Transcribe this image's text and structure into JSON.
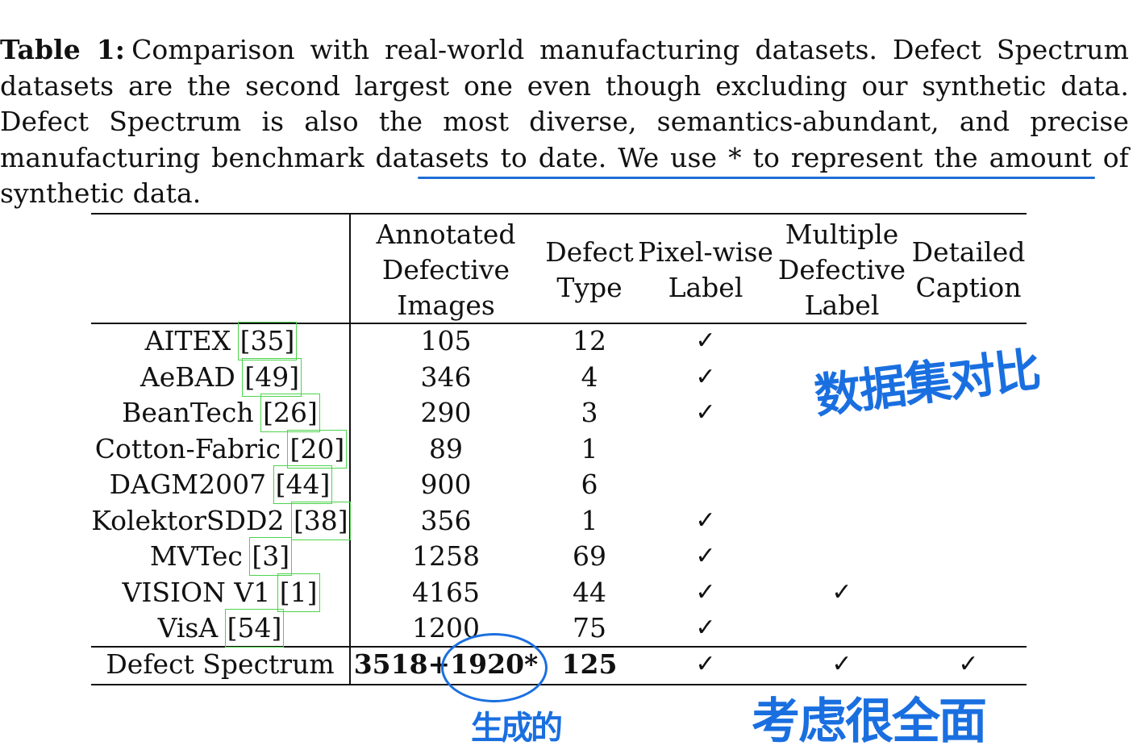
{
  "caption": {
    "label": "Table 1:",
    "text": "Comparison with real-world manufacturing datasets. Defect Spectrum datasets are the second largest one even though excluding our synthetic data. Defect Spectrum is also the most diverse, semantics-abundant, and precise manufacturing benchmark datasets to date. We use * to represent the amount of synthetic data."
  },
  "table": {
    "headers": {
      "annotated": [
        "Annotated",
        "Defective",
        "Images"
      ],
      "defect_type": [
        "Defect",
        "Type"
      ],
      "pixel_wise": [
        "Pixel-wise",
        "Label"
      ],
      "multiple": [
        "Multiple",
        "Defective",
        "Label"
      ],
      "caption": [
        "Detailed",
        "Caption"
      ]
    },
    "check_symbol": "✓",
    "rows": [
      {
        "name": "AITEX",
        "ref": "[35]",
        "annotated": "105",
        "type": "12",
        "pixel": true,
        "multiple": false,
        "caption": false
      },
      {
        "name": "AeBAD",
        "ref": "[49]",
        "annotated": "346",
        "type": "4",
        "pixel": true,
        "multiple": false,
        "caption": false
      },
      {
        "name": "BeanTech",
        "ref": "[26]",
        "annotated": "290",
        "type": "3",
        "pixel": true,
        "multiple": false,
        "caption": false
      },
      {
        "name": "Cotton-Fabric",
        "ref": "[20]",
        "annotated": "89",
        "type": "1",
        "pixel": false,
        "multiple": false,
        "caption": false
      },
      {
        "name": "DAGM2007",
        "ref": "[44]",
        "annotated": "900",
        "type": "6",
        "pixel": false,
        "multiple": false,
        "caption": false
      },
      {
        "name": "KolektorSDD2",
        "ref": "[38]",
        "annotated": "356",
        "type": "1",
        "pixel": true,
        "multiple": false,
        "caption": false
      },
      {
        "name": "MVTec",
        "ref": "[3]",
        "annotated": "1258",
        "type": "69",
        "pixel": true,
        "multiple": false,
        "caption": false
      },
      {
        "name": "VISION V1",
        "ref": "[1]",
        "annotated": "4165",
        "type": "44",
        "pixel": true,
        "multiple": true,
        "caption": false
      },
      {
        "name": "VisA",
        "ref": "[54]",
        "annotated": "1200",
        "type": "75",
        "pixel": true,
        "multiple": false,
        "caption": false
      }
    ],
    "final_row": {
      "name": "Defect Spectrum",
      "annotated": "3518+1920*",
      "type": "125",
      "pixel": true,
      "multiple": true,
      "caption": true
    }
  },
  "annotations": {
    "note_dataset_compare": "数据集对比",
    "note_generated": "生成的",
    "note_comprehensive": "考虑很全面"
  },
  "colors": {
    "annotation": "#1a6fe0",
    "citation_box": "#4cd44c"
  }
}
